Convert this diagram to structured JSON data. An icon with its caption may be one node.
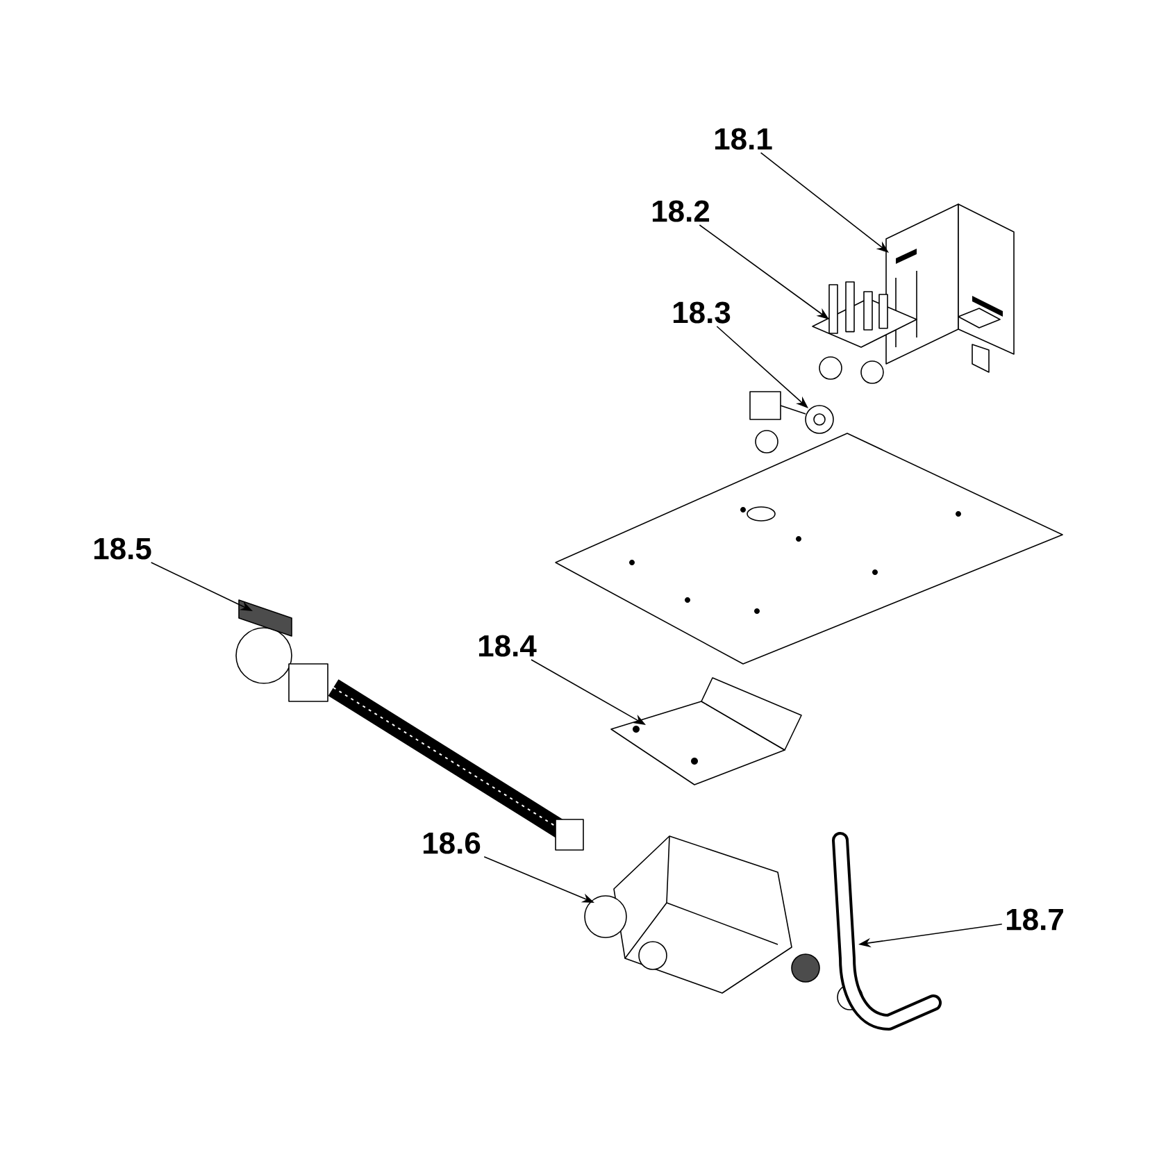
{
  "diagram": {
    "nodes": [
      {
        "text": [
          "18.1"
        ]
      },
      {
        "text": [
          "18.2"
        ]
      },
      {
        "text": [
          "18.3"
        ]
      },
      {
        "text": [
          "18.5"
        ]
      },
      {
        "text": [
          "18.4"
        ]
      },
      {
        "text": [
          "18.6"
        ]
      },
      {
        "text": [
          "18.7"
        ]
      },
      {
        "text": [],
        "shape": "picture"
      },
      {
        "text": [],
        "shape": "picture"
      },
      {
        "text": [],
        "shape": "picture"
      },
      {
        "text": [],
        "shape": "picture"
      },
      {
        "text": [],
        "shape": "picture"
      },
      {
        "text": [],
        "shape": "picture"
      },
      {
        "text": [],
        "shape": "picture"
      }
    ],
    "edges": [
      {
        "from": 0,
        "to": 7,
        "arrow": "to"
      },
      {
        "from": 1,
        "to": 8,
        "arrow": "to"
      },
      {
        "from": 2,
        "to": 9,
        "arrow": "to"
      },
      {
        "from": 3,
        "to": 10,
        "arrow": "to"
      },
      {
        "from": 4,
        "to": 11,
        "arrow": "to"
      },
      {
        "from": 5,
        "to": 12,
        "arrow": "to"
      },
      {
        "from": 6,
        "to": 13,
        "arrow": "to"
      }
    ]
  }
}
